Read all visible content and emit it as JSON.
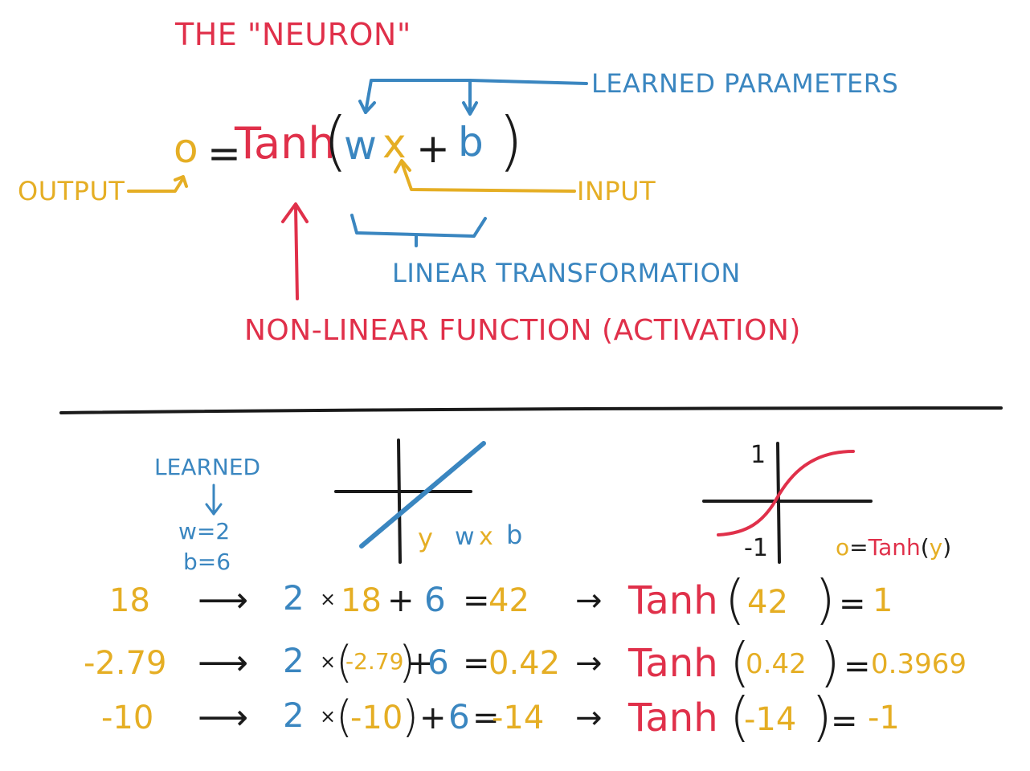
{
  "title": "THE \"NEURON\"",
  "equation": {
    "output": "o",
    "equals": "=",
    "tanh": "Tanh",
    "lparen": "(",
    "w": "w",
    "x": "x",
    "plus": "+",
    "b": "b",
    "rparen": ")"
  },
  "labels": {
    "learned_parameters": "LEARNED PARAMETERS",
    "output": "OUTPUT",
    "input": "INPUT",
    "linear_transformation": "LINEAR TRANSFORMATION",
    "non_linear_function": "NON-LINEAR FUNCTION (ACTIVATION)"
  },
  "learned_box": {
    "heading": "LEARNED",
    "w_line": "w=2",
    "b_line": "b=6"
  },
  "linear_graph": {
    "y": "y",
    "w": "w",
    "x": "x",
    "b": "b"
  },
  "tanh_graph": {
    "tick_top": "1",
    "tick_bottom": "-1",
    "formula_o": "o",
    "formula_eq": "=",
    "formula_tanh": "Tanh",
    "formula_lp": "(",
    "formula_y": "y",
    "formula_rp": ")"
  },
  "examples": [
    {
      "input": "18",
      "arrow": "⟶",
      "w": "2",
      "times": "×",
      "x": "18",
      "lp": "",
      "rp": "",
      "plus": "+",
      "b": "6",
      "eq": "=",
      "linear": "42",
      "arrow2": "→",
      "tanh": "Tanh",
      "inner": "42",
      "eq2": "=",
      "output": "1"
    },
    {
      "input": "-2.79",
      "arrow": "⟶",
      "w": "2",
      "times": "×",
      "x": "-2.79",
      "lp": "(",
      "rp": ")",
      "plus": "+",
      "b": "6",
      "eq": "=",
      "linear": "0.42",
      "arrow2": "→",
      "tanh": "Tanh",
      "inner": "0.42",
      "eq2": "=",
      "output": "0.3969"
    },
    {
      "input": "-10",
      "arrow": "⟶",
      "w": "2",
      "times": "×",
      "x": "-10",
      "lp": "(",
      "rp": ")",
      "plus": "+",
      "b": "6",
      "eq": "=",
      "linear": "-14",
      "arrow2": "→",
      "tanh": "Tanh",
      "inner": "-14",
      "eq2": "=",
      "output": "-1"
    }
  ],
  "colors": {
    "red": "#E0304A",
    "blue": "#3A86C0",
    "yellow": "#E5AE24",
    "black": "#1a1a1a"
  }
}
